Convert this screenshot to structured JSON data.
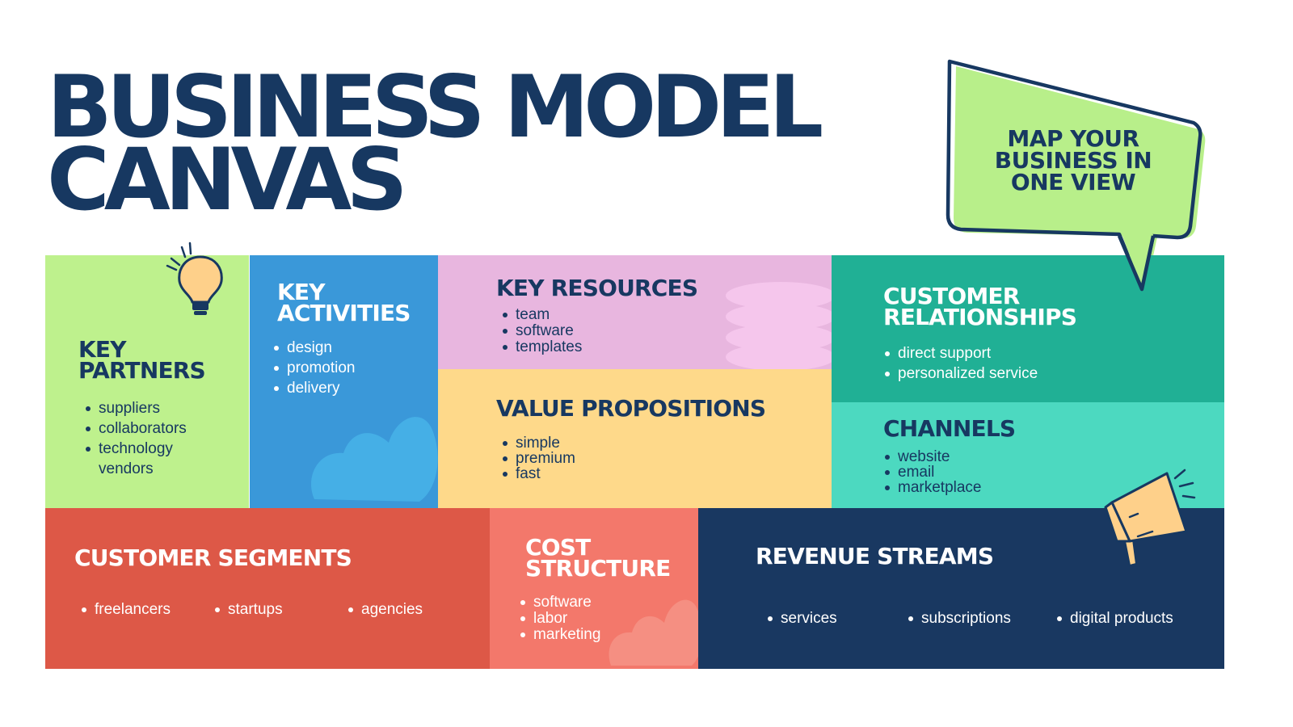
{
  "title": {
    "line1": "BUSINESS MODEL",
    "line2": "CANVAS"
  },
  "bubble": {
    "line1": "MAP YOUR",
    "line2": "BUSINESS IN",
    "line3": "ONE VIEW"
  },
  "key_partners": {
    "heading_line1": "KEY",
    "heading_line2": "PARTNERS",
    "items": [
      "suppliers",
      "collaborators",
      "technology",
      "vendors"
    ],
    "icon": "lightbulb-icon",
    "color": "#bef18d"
  },
  "key_activities": {
    "heading_line1": "KEY",
    "heading_line2": "ACTIVITIES",
    "items": [
      "design",
      "promotion",
      "delivery"
    ],
    "color": "#3a98d9"
  },
  "key_resources": {
    "heading": "KEY RESOURCES",
    "items": [
      "team",
      "software",
      "templates"
    ],
    "color": "#e8b6df"
  },
  "value_propositions": {
    "heading": "VALUE PROPOSITIONS",
    "items": [
      "simple",
      "premium",
      "fast"
    ],
    "color": "#fed98a"
  },
  "customer_relationships": {
    "heading_line1": "CUSTOMER",
    "heading_line2": "RELATIONSHIPS",
    "items": [
      "direct support",
      "personalized service"
    ],
    "color": "#20b095"
  },
  "channels": {
    "heading": "CHANNELS",
    "items": [
      "website",
      "email",
      "marketplace"
    ],
    "color": "#4cd9c0"
  },
  "customer_segments": {
    "heading": "CUSTOMER SEGMENTS",
    "items": [
      "freelancers",
      "startups",
      "agencies"
    ],
    "color": "#dd5847"
  },
  "cost_structure": {
    "heading_line1": "COST",
    "heading_line2": "STRUCTURE",
    "items": [
      "software",
      "labor",
      "marketing"
    ],
    "color": "#f3786b"
  },
  "revenue_streams": {
    "heading": "REVENUE STREAMS",
    "items": [
      "services",
      "subscriptions",
      "digital products"
    ],
    "icon": "megaphone-icon",
    "color": "#193861"
  },
  "colors": {
    "navy": "#173861",
    "white": "#ffffff"
  }
}
